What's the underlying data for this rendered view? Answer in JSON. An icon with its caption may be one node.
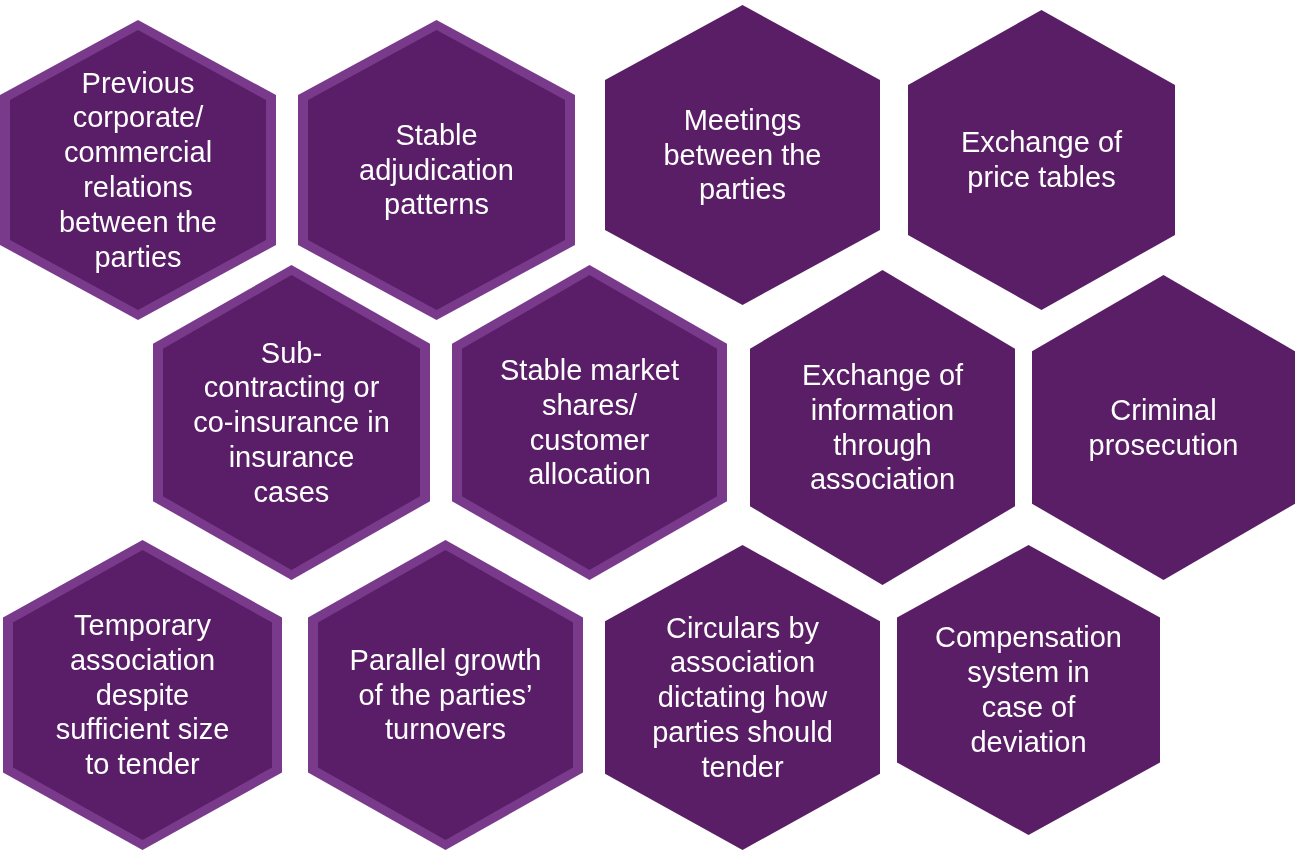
{
  "diagram": {
    "nodes": [
      {
        "text": [
          "Previous corporate/ commercial relations between the parties"
        ]
      },
      {
        "text": [
          "Stable adjudication patterns"
        ]
      },
      {
        "text": [
          "Meetings between the parties"
        ]
      },
      {
        "text": [
          "Exchange of price tables"
        ]
      },
      {
        "text": [
          "Sub-contracting or co-insurance in insurance cases"
        ]
      },
      {
        "text": [
          "Stable market shares/ customer allocation"
        ]
      },
      {
        "text": [
          "Exchange of information through association"
        ]
      },
      {
        "text": [
          "Criminal prosecution"
        ]
      },
      {
        "text": [
          "Temporary association despite sufficient size to tender"
        ]
      },
      {
        "text": [
          "Parallel growth of the parties’ turnovers"
        ]
      },
      {
        "text": [
          "Circulars by association dictating how parties should tender"
        ]
      },
      {
        "text": [
          "Compensation system in case of deviation"
        ]
      }
    ]
  }
}
